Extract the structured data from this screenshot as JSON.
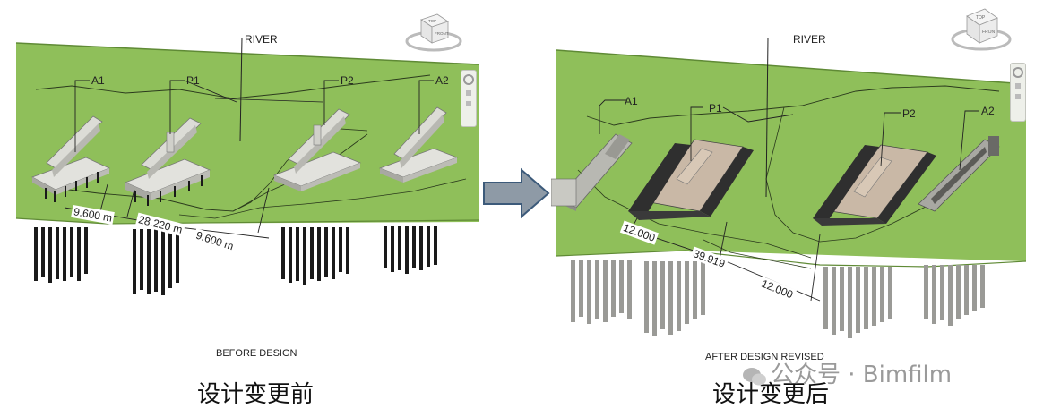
{
  "before": {
    "river_label": "RIVER",
    "supports": [
      "A1",
      "P1",
      "P2",
      "A2"
    ],
    "dimensions": [
      "9.600 m",
      "28.220 m",
      "9.600 m"
    ],
    "view_cube": {
      "top": "TOP",
      "front": "FRONT"
    },
    "design_label": "BEFORE DESIGN",
    "caption": "设计变更前"
  },
  "after": {
    "river_label": "RIVER",
    "supports": [
      "A1",
      "P1",
      "P2",
      "A2"
    ],
    "dimensions": [
      "12.000",
      "39.919",
      "12.000"
    ],
    "view_cube": {
      "top": "TOP",
      "front": "FRONT"
    },
    "design_label": "AFTER DESIGN REVISED",
    "caption": "设计变更后"
  },
  "arrow_icon": "right-arrow-icon",
  "watermark": "公众号 · Bimfilm",
  "colors": {
    "terrain": "#8fbf5a",
    "terrain_dark": "#6f9c40",
    "concrete": "#d9d9d4",
    "concrete_dark": "#9e9e98",
    "arrow": "#8e9aa6"
  }
}
